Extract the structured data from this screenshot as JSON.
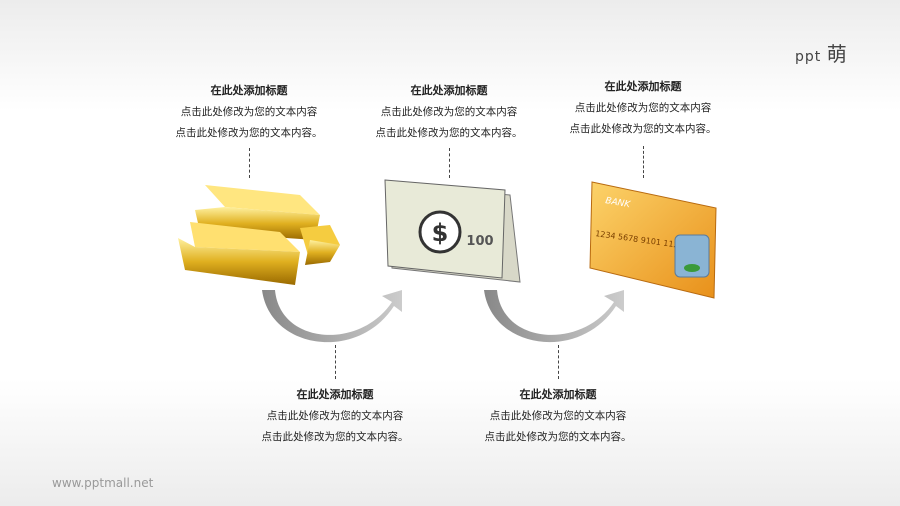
{
  "logo": {
    "text": "ppt",
    "glyph": "萌"
  },
  "footer": "www.pptmall.net",
  "blocks": [
    {
      "title": "在此处添加标题",
      "line1": "点击此处修改为您的文本内容",
      "line2": "点击此处修改为您的文本内容。"
    },
    {
      "title": "在此处添加标题",
      "line1": "点击此处修改为您的文本内容",
      "line2": "点击此处修改为您的文本内容。"
    },
    {
      "title": "在此处添加标题",
      "line1": "点击此处修改为您的文本内容",
      "line2": "点击此处修改为您的文本内容。"
    },
    {
      "title": "在此处添加标题",
      "line1": "点击此处修改为您的文本内容",
      "line2": "点击此处修改为您的文本内容。"
    },
    {
      "title": "在此处添加标题",
      "line1": "点击此处修改为您的文本内容",
      "line2": "点击此处修改为您的文本内容。"
    }
  ],
  "card": {
    "bank": "BANK",
    "number": "1234 5678 9101 1121"
  },
  "bill": {
    "symbol": "$",
    "value": "100"
  }
}
